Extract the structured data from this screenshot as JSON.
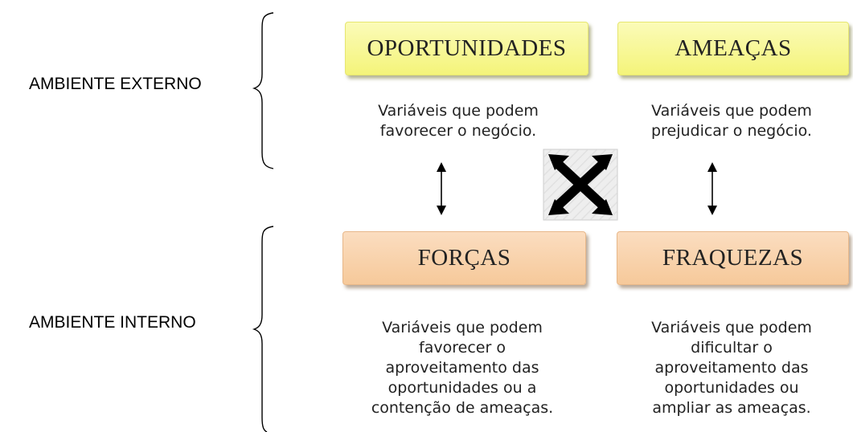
{
  "external_label": "AMBIENTE EXTERNO",
  "internal_label": "AMBIENTE INTERNO",
  "boxes": {
    "opportunities": "OPORTUNIDADES",
    "threats": "AMEAÇAS",
    "strengths": "FORÇAS",
    "weaknesses": "FRAQUEZAS"
  },
  "descriptions": {
    "opportunities": "Variáveis que podem\nfavorecer o negócio.",
    "threats": "Variáveis que podem\nprejudicar o negócio.",
    "strengths": "Variáveis que podem\nfavorecer o\naproveitamento das\noportunidades ou a\ncontenção de ameaças.",
    "weaknesses": "Variáveis que podem\ndificultar o\naproveitamento das\noportunidades ou\nampliar as ameaças."
  },
  "colors": {
    "external_box": "#f4f47a",
    "internal_box": "#f6c99a"
  },
  "icons": {
    "left_connector": "double-arrow-vertical-icon",
    "right_connector": "double-arrow-vertical-icon",
    "center_cross": "cross-arrows-icon"
  }
}
